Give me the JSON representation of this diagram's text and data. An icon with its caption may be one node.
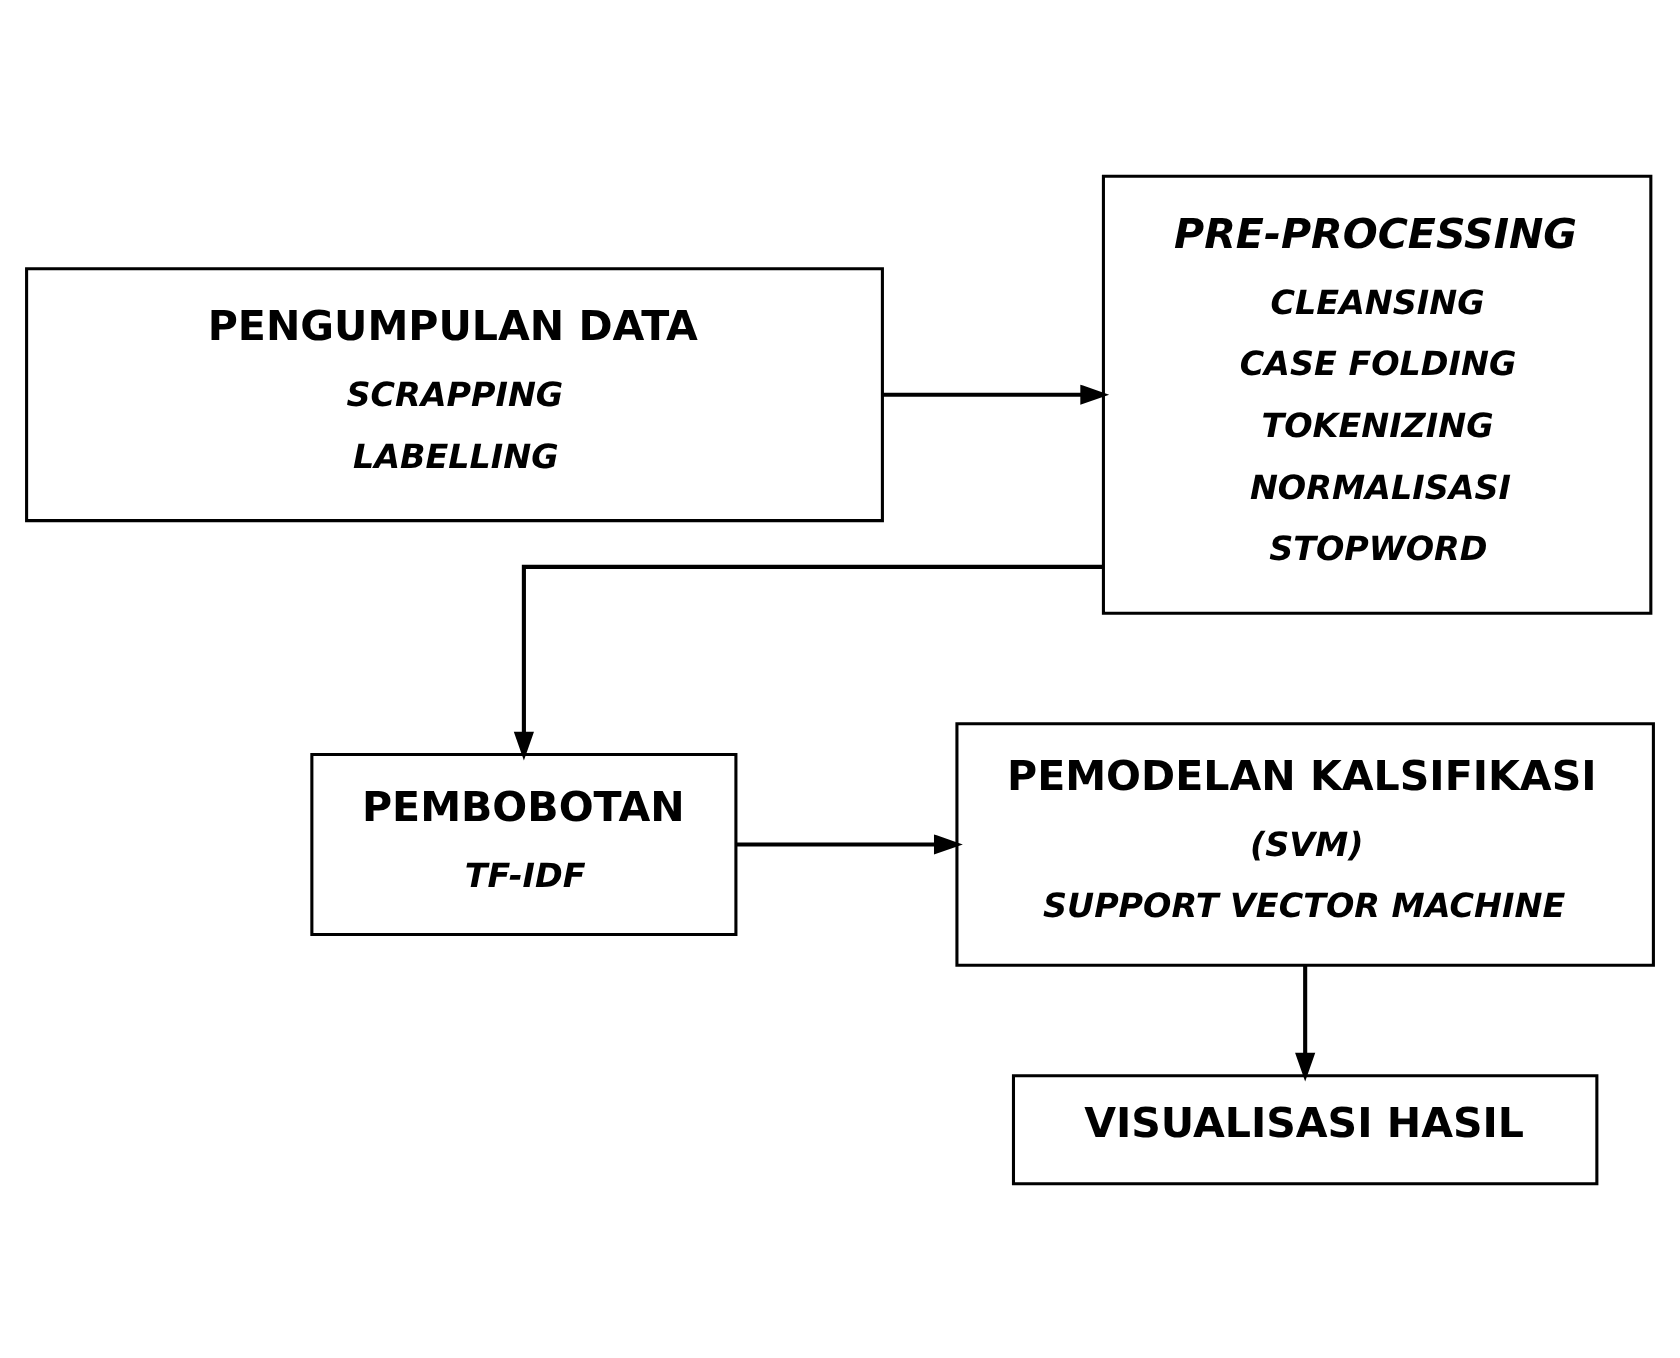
{
  "diagram": {
    "nodes": [
      {
        "text": [
          "PENGUMPULAN DATA",
          "SCRAPPING",
          "LABELLING"
        ]
      },
      {
        "text": [
          "PRE-PROCESSING",
          "CLEANSING",
          "CASE FOLDING",
          "TOKENIZING",
          "NORMALISASI",
          "STOPWORD"
        ]
      },
      {
        "text": [
          "PEMBOBOTAN",
          "TF-IDF"
        ]
      },
      {
        "text": [
          "PEMODELAN KALSIFIKASI",
          "(SVM)",
          "SUPPORT VECTOR MACHINE"
        ]
      },
      {
        "text": [
          "VISUALISASI HASIL"
        ]
      }
    ],
    "edges": [
      {
        "from": 0,
        "to": 1,
        "arrow": "to"
      },
      {
        "from": 1,
        "to": 2,
        "arrow": "to"
      },
      {
        "from": 2,
        "to": 3,
        "arrow": "to"
      },
      {
        "from": 3,
        "to": 4,
        "arrow": "to"
      }
    ]
  }
}
